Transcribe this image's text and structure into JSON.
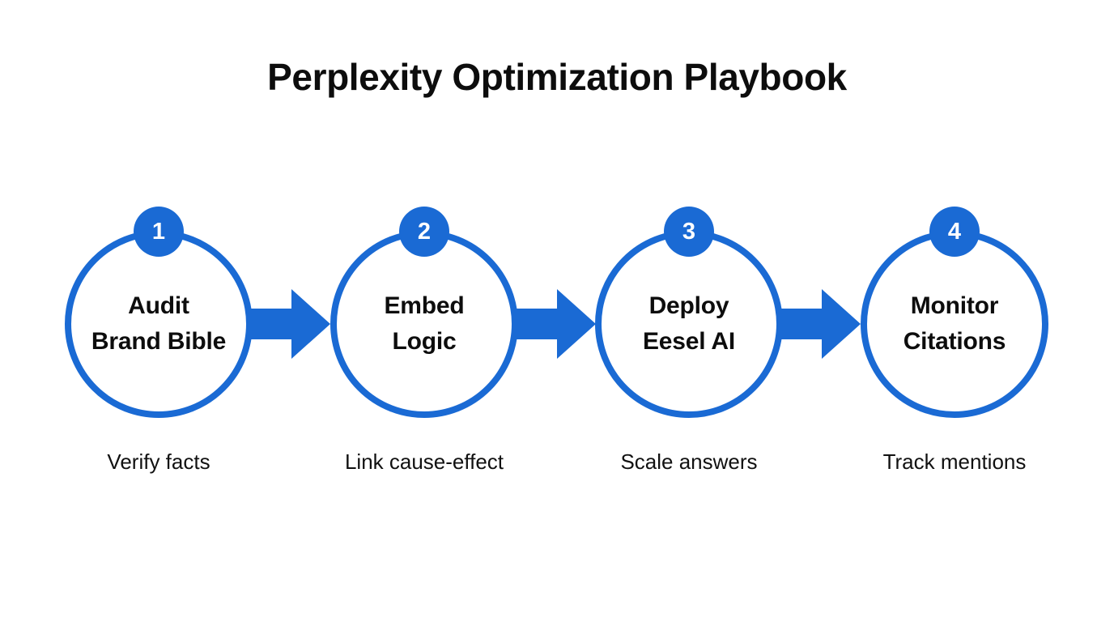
{
  "title": "Perplexity Optimization Playbook",
  "theme": {
    "background": "#ffffff",
    "accent_blue": "#1a6ad4",
    "text_dark": "#0d0d0d",
    "caption_text": "#111111",
    "badge_text": "#ffffff"
  },
  "steps": [
    {
      "number": "1",
      "label_line1": "Audit",
      "label_line2": "Brand Bible",
      "caption": "Verify facts"
    },
    {
      "number": "2",
      "label_line1": "Embed",
      "label_line2": "Logic",
      "caption": "Link cause-effect"
    },
    {
      "number": "3",
      "label_line1": "Deploy",
      "label_line2": "Eesel AI",
      "caption": "Scale answers"
    },
    {
      "number": "4",
      "label_line1": "Monitor",
      "label_line2": "Citations",
      "caption": "Track mentions"
    }
  ],
  "connectors": [
    {
      "name": "arrow-1-to-2",
      "direction": "right"
    },
    {
      "name": "arrow-2-to-3",
      "direction": "right"
    },
    {
      "name": "arrow-3-to-4",
      "direction": "right"
    }
  ]
}
